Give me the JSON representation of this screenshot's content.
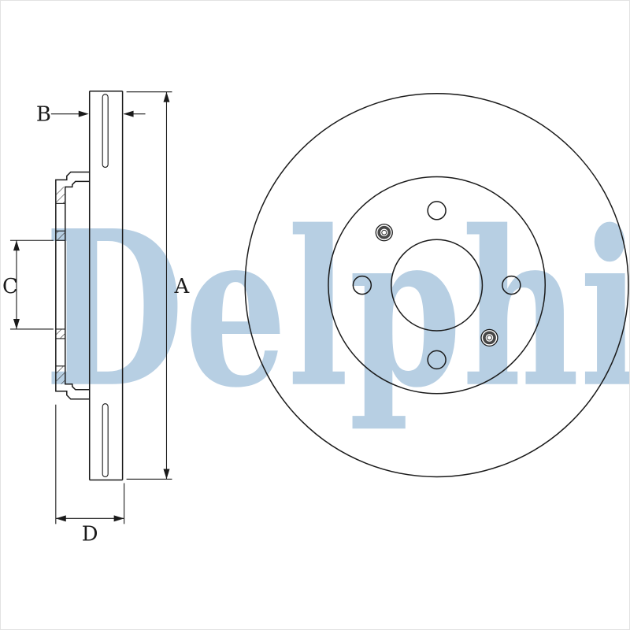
{
  "diagram": {
    "watermark": "Delphi",
    "brand_color": "#b7cfe3",
    "line_color": "#1a1a1a",
    "dimension_labels": {
      "a": "A",
      "b": "B",
      "c": "C",
      "d": "D"
    }
  }
}
